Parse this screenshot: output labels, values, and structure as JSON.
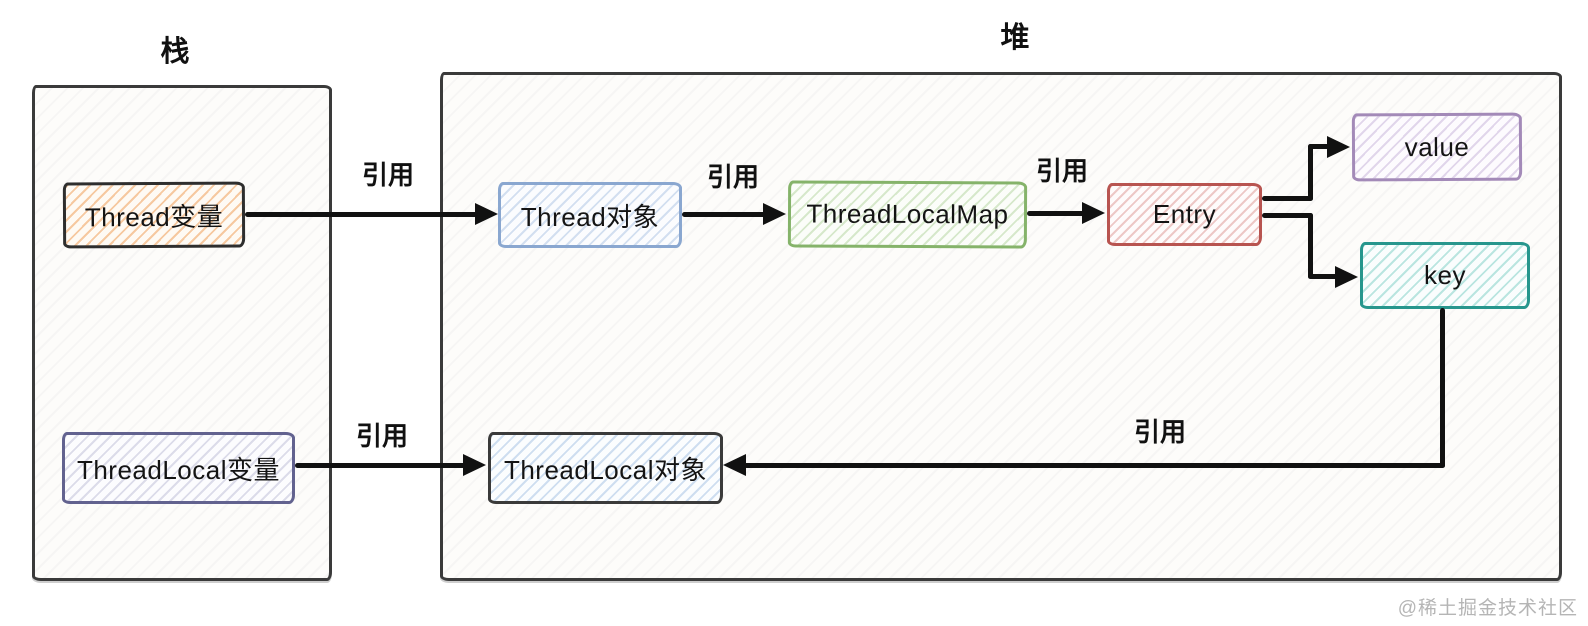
{
  "diagram": {
    "regions": {
      "stack": {
        "label": "栈"
      },
      "heap": {
        "label": "堆"
      }
    },
    "nodes": {
      "thread_var": {
        "label": "Thread变量",
        "border_color": "#2e2e2e",
        "hatch_color": "#f0a05a"
      },
      "thread_obj": {
        "label": "Thread对象",
        "border_color": "#8aa7d0",
        "hatch_color": "#b9cce8"
      },
      "threadlocalmap": {
        "label": "ThreadLocalMap",
        "border_color": "#85b36a",
        "hatch_color": "#bedaa9"
      },
      "entry": {
        "label": "Entry",
        "border_color": "#b85450",
        "hatch_color": "#e3a7a4"
      },
      "value": {
        "label": "value",
        "border_color": "#a38ab8",
        "hatch_color": "#cfc0dd"
      },
      "key": {
        "label": "key",
        "border_color": "#27968d",
        "hatch_color": "#9ed9d0"
      },
      "threadlocal_var": {
        "label": "ThreadLocal变量",
        "border_color": "#62628f",
        "hatch_color": "#c5c5da"
      },
      "threadlocal_obj": {
        "label": "ThreadLocal对象",
        "border_color": "#3a3a3a",
        "hatch_color": "#bdd3ea"
      }
    },
    "edges": {
      "thread_var_to_thread_obj": {
        "label": "引用"
      },
      "thread_obj_to_map": {
        "label": "引用"
      },
      "map_to_entry": {
        "label": "引用"
      },
      "threadlocal_var_to_obj": {
        "label": "引用"
      },
      "key_to_threadlocal_obj": {
        "label": "引用"
      }
    },
    "arrow_color": "#111111"
  },
  "watermark": "@稀土掘金技术社区"
}
